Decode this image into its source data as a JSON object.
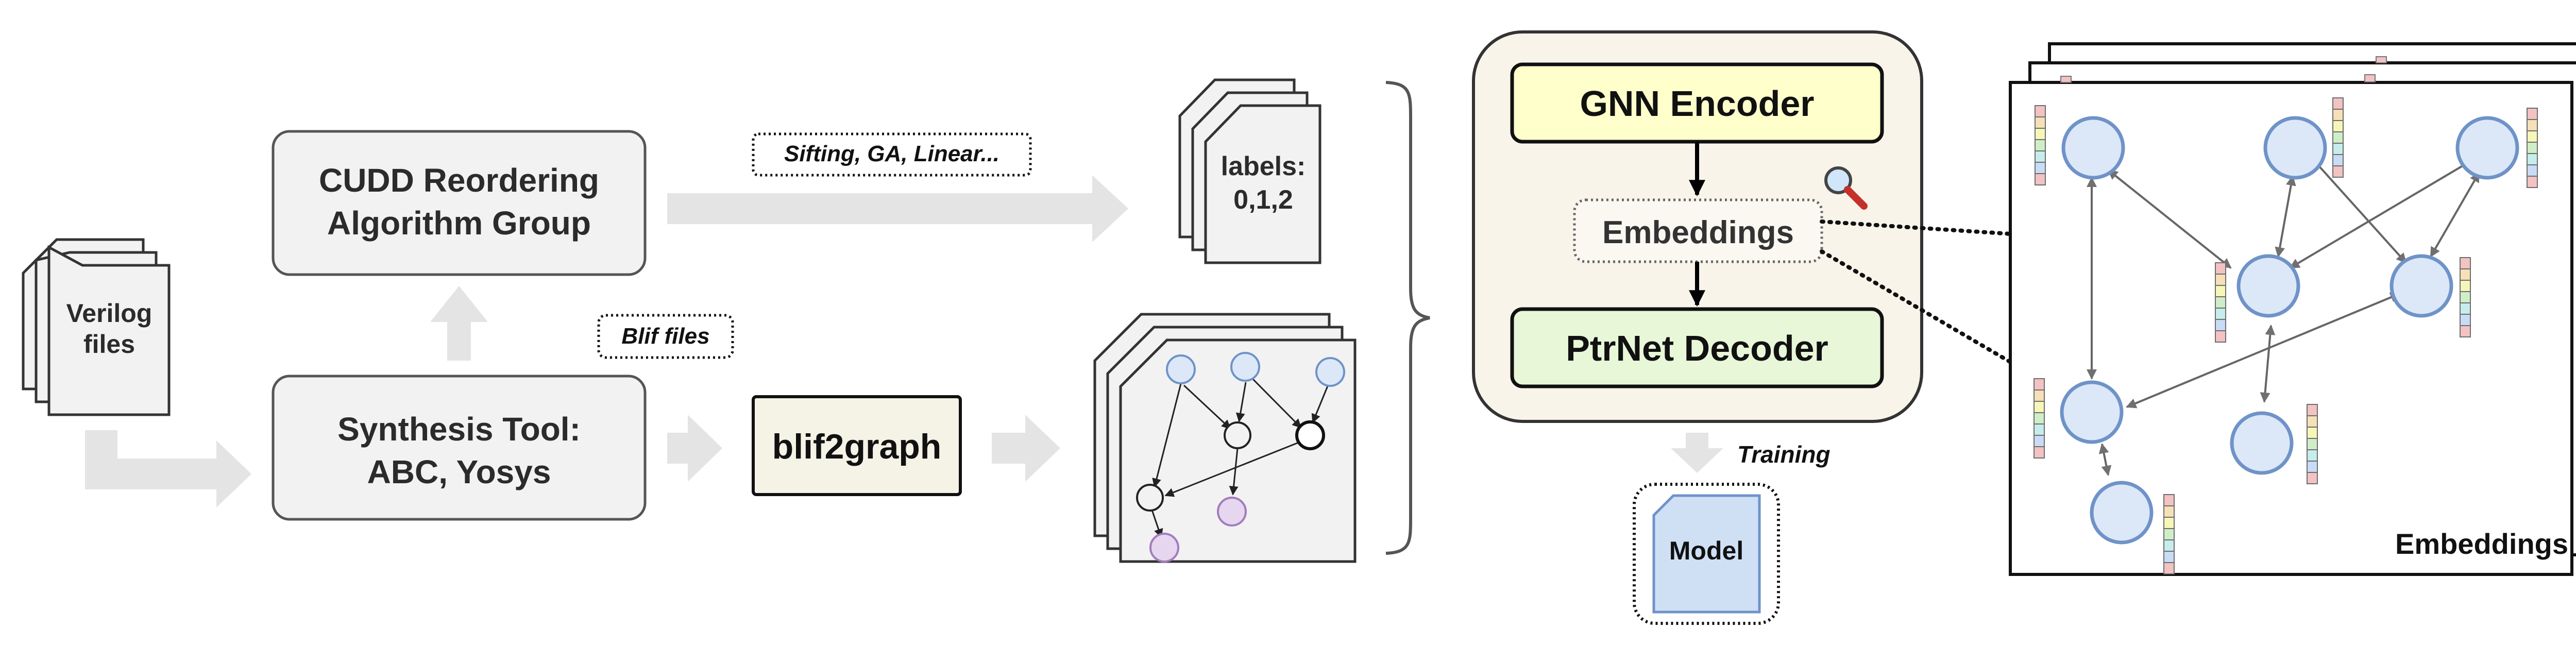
{
  "inputs": {
    "verilog_label": [
      "Verilog",
      "files"
    ]
  },
  "boxes": {
    "cudd": [
      "CUDD Reordering",
      "Algorithm Group"
    ],
    "synth": [
      "Synthesis Tool:",
      "ABC, Yosys"
    ],
    "blif2graph": "blif2graph"
  },
  "tags": {
    "sifting": "Sifting, GA, Linear...",
    "blif_files": "Blif files"
  },
  "labels_doc": [
    "labels:",
    "0,1,2"
  ],
  "model_box": {
    "encoder": "GNN Encoder",
    "embeddings": "Embeddings",
    "decoder": "PtrNet Decoder"
  },
  "training_label": "Training",
  "model_label": "Model",
  "embeddings_panel_label": "Embeddings",
  "colors": {
    "box_fill": "#f2f2f2",
    "encoder_fill": "#ffffcc",
    "decoder_fill": "#e8f7d8",
    "model_panel_fill": "#f8f4ea",
    "node_fill": "#dce8f8",
    "node_stroke": "#6f93c8",
    "purple_node": "#e6d6ef",
    "arrow_gray": "#e2e2e2",
    "embedding_strip": [
      "#f3c2c2",
      "#f6e0b8",
      "#f6f6b8",
      "#cfeec7",
      "#c7ecec",
      "#c9dcf6"
    ]
  },
  "icons": [
    "magnifier-icon",
    "document-icon"
  ]
}
